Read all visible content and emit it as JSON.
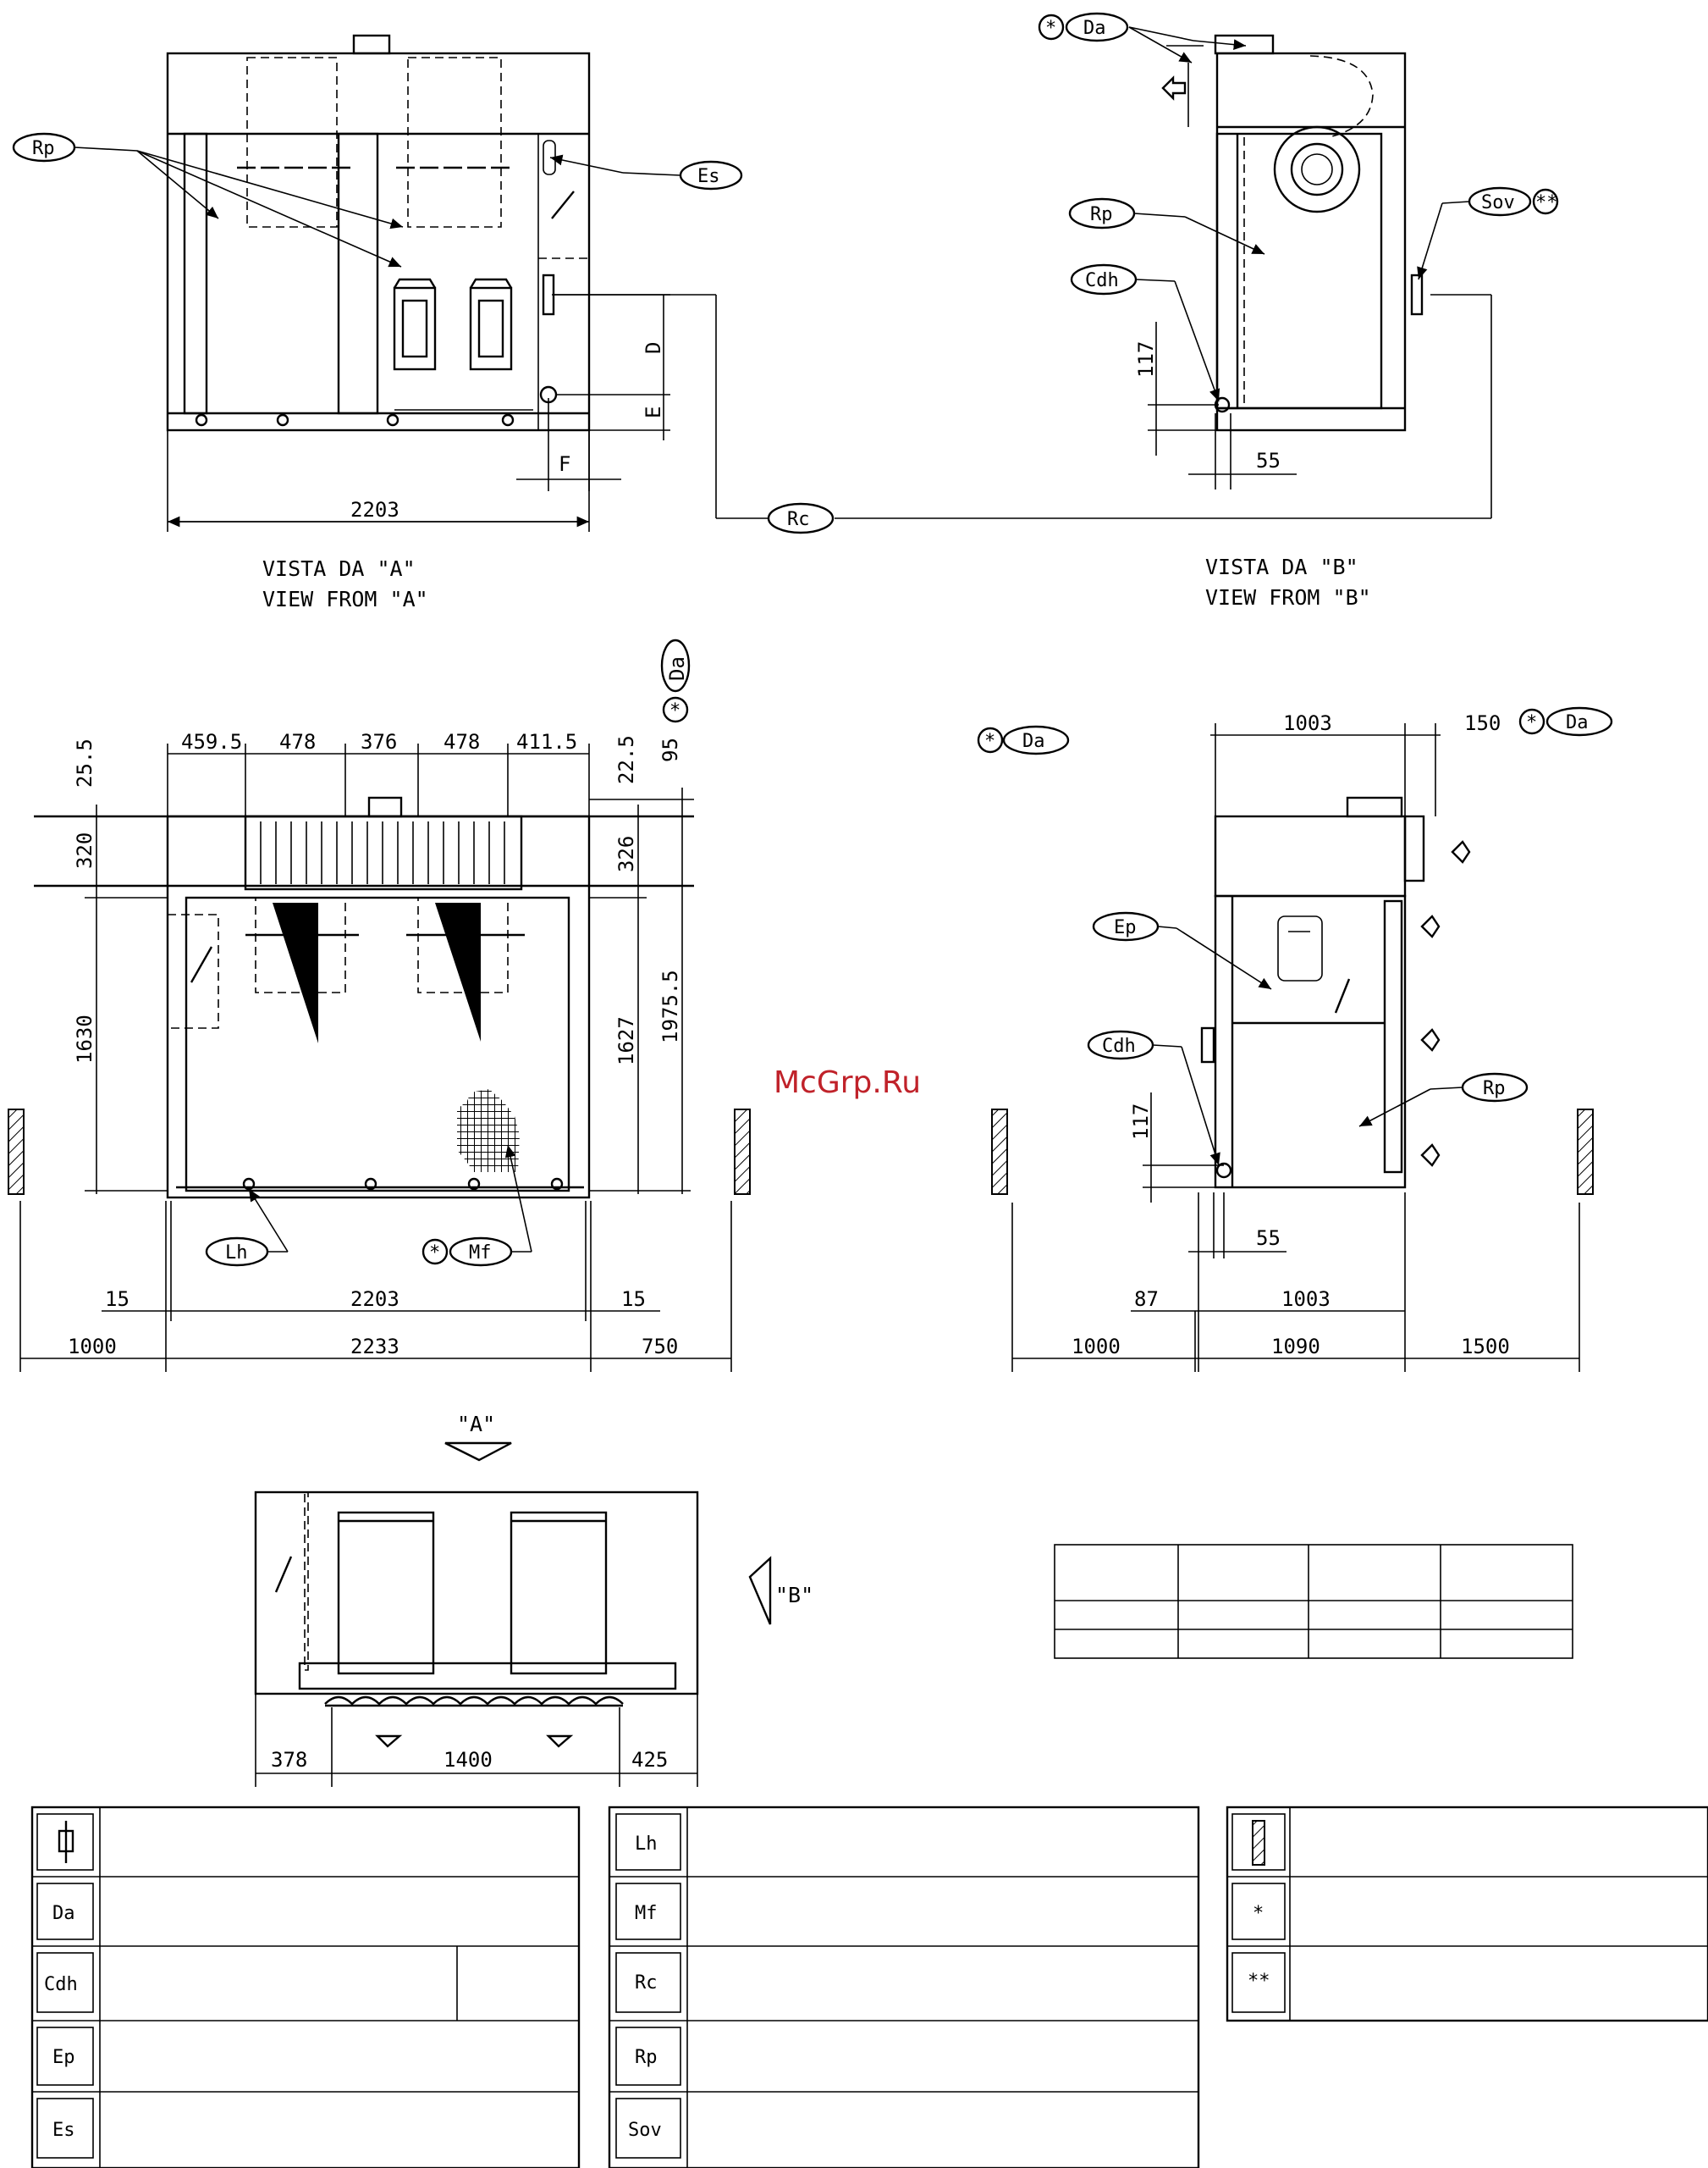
{
  "watermark": "McGrp.Ru",
  "view_a": {
    "labels": {
      "rp": "Rp",
      "es": "Es",
      "rc": "Rc"
    },
    "dims": {
      "width": "2203",
      "d": "D",
      "e": "E",
      "f": "F"
    },
    "caption_it": "VISTA DA \"A\"",
    "caption_en": "VIEW FROM \"A\""
  },
  "view_b": {
    "labels": {
      "star": "*",
      "da": "Da",
      "rp": "Rp",
      "cdh": "Cdh",
      "sov": "Sov",
      "dstar": "**"
    },
    "dims": {
      "d117": "117",
      "d55": "55"
    },
    "caption_it": "VISTA DA \"B\"",
    "caption_en": "VIEW FROM \"B\""
  },
  "front": {
    "top_dims": [
      "459.5",
      "478",
      "376",
      "478",
      "411.5"
    ],
    "left_dims": {
      "d25": "25.5",
      "d320": "320",
      "d1630": "1630"
    },
    "right_dims": {
      "d22": "22.5",
      "d326": "326",
      "d1627": "1627",
      "d1975": "1975.5",
      "d95": "95"
    },
    "labels": {
      "da": "Da",
      "star": "*",
      "lh": "Lh",
      "mf": "Mf"
    },
    "bottom_dims": {
      "l15": "15",
      "w2203": "2203",
      "r15": "15",
      "c1000": "1000",
      "w2233": "2233",
      "c750": "750"
    }
  },
  "side": {
    "labels": {
      "star": "*",
      "da": "Da",
      "ep": "Ep",
      "cdh": "Cdh",
      "rp": "Rp"
    },
    "dims": {
      "w1003top": "1003",
      "d150": "150",
      "d117": "117",
      "d55": "55",
      "d87": "87",
      "w1003": "1003",
      "c1000": "1000",
      "w1090": "1090",
      "c1500": "1500"
    }
  },
  "plan": {
    "arrow_a": "\"A\"",
    "arrow_b": "\"B\"",
    "dims": {
      "d378": "378",
      "d1400": "1400",
      "d425": "425"
    }
  },
  "legend": {
    "col1": [
      "",
      "Da",
      "Cdh",
      "Ep",
      "Es"
    ],
    "col2": [
      "Lh",
      "Mf",
      "Rc",
      "Rp",
      "Sov"
    ],
    "col3": [
      "",
      "*",
      "**"
    ]
  }
}
